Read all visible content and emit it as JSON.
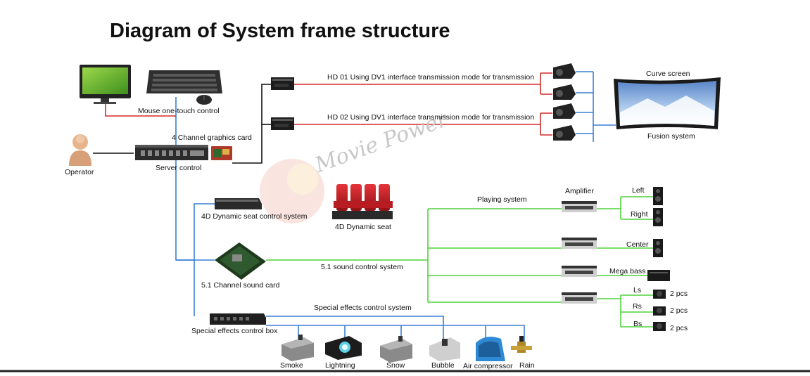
{
  "title": "Diagram of System frame structure",
  "watermark": "Movie Power",
  "labels": {
    "mouse": "Mouse one-touch control",
    "graphics_card": "4 Channel graphics card",
    "server": "Server control",
    "operator": "Operator",
    "hd01": "HD 01 Using DV1 interface transmission mode for transmission",
    "hd02": "HD 02 Using DV1 interface transmission mode for transmission",
    "curve_screen": "Curve screen",
    "fusion": "Fusion system",
    "seat_ctrl": "4D Dynamic seat control system",
    "seat": "4D Dynamic seat",
    "playing": "Playing system",
    "amplifier": "Amplifier",
    "left": "Left",
    "right": "Right",
    "center": "Center",
    "mega_bass": "Mega bass",
    "ls": "Ls",
    "rs": "Rs",
    "bs": "Bs",
    "pcs1": "2 pcs",
    "pcs2": "2 pcs",
    "pcs3": "2 pcs",
    "sound_ctrl": "5.1 sound control system",
    "sound_card": "5.1 Channel sound card",
    "effects_ctrl": "Special effects control system",
    "effects_box": "Special effects control box",
    "smoke": "Smoke",
    "lightning": "Lightning",
    "snow": "Snow",
    "bubble": "Bubble",
    "air": "Air compressor",
    "rain": "Rain"
  },
  "colors": {
    "blue_line": "#3a7fd4",
    "red_line": "#d42a2a",
    "green_line": "#4fd23a",
    "black_line": "#111111"
  }
}
